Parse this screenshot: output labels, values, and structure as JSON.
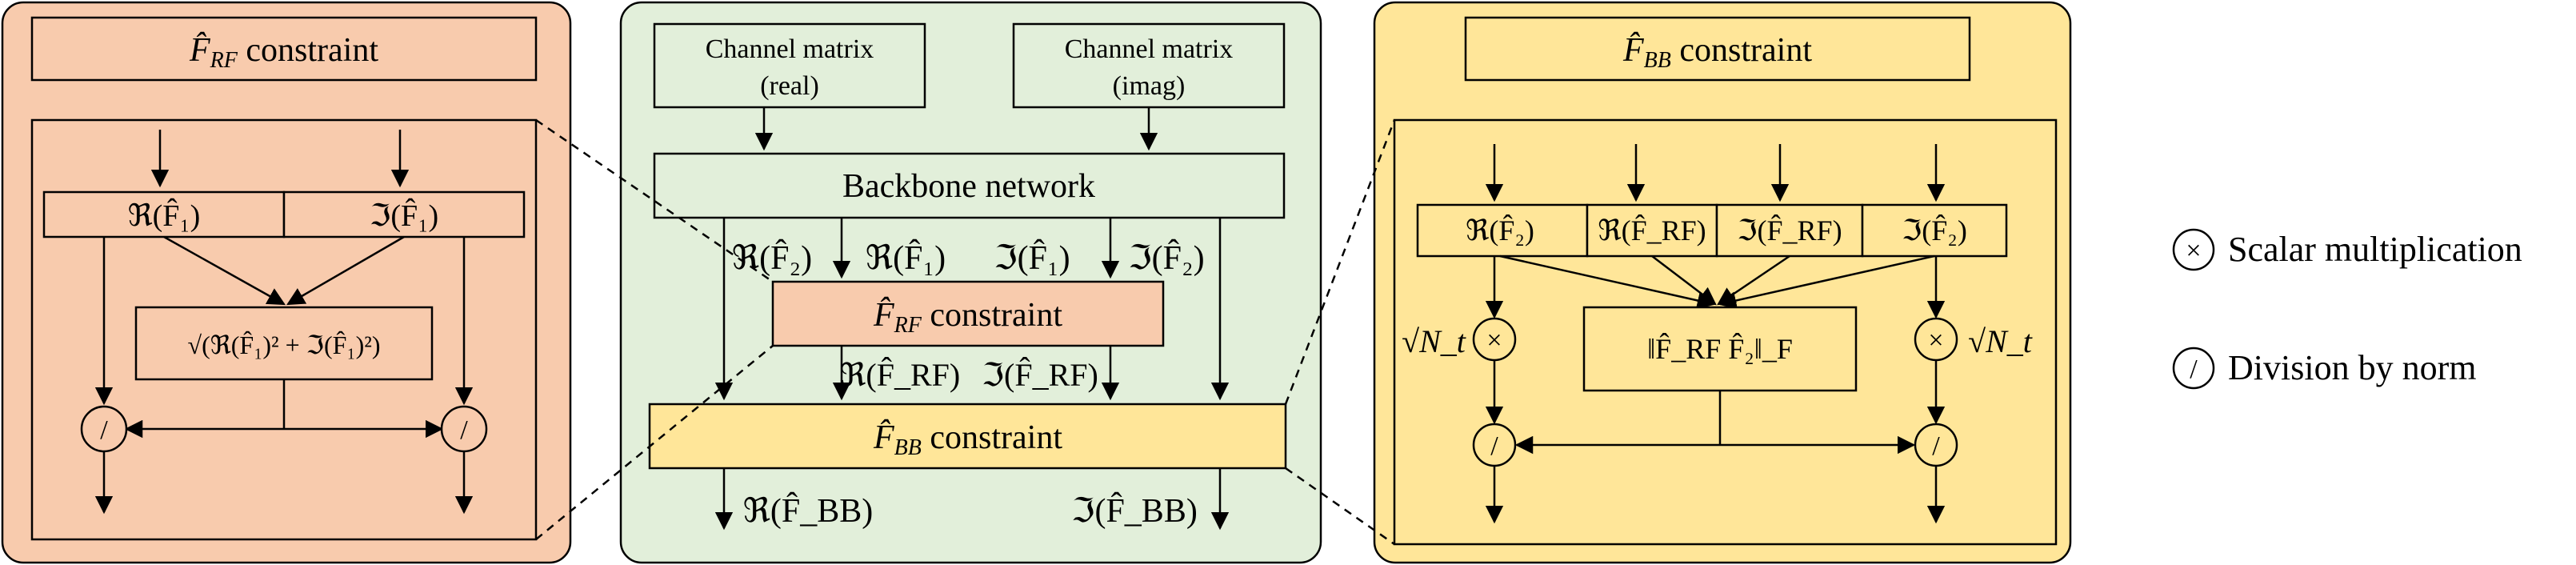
{
  "left_panel": {
    "title": "F̂_RF constraint",
    "title_sym": "F̂",
    "title_sub": "RF",
    "title_word": " constraint",
    "re_input": "ℜ(F̂₁)",
    "im_input": "ℑ(F̂₁)",
    "norm_expr": "√(ℜ(F̂₁)² + ℑ(F̂₁)²)",
    "div_symbol": "/"
  },
  "middle_panel": {
    "channel_real": [
      "Channel matrix",
      "(real)"
    ],
    "channel_imag": [
      "Channel matrix",
      "(imag)"
    ],
    "backbone": "Backbone network",
    "out_re_f2": "ℜ(F̂₂)",
    "out_re_f1": "ℜ(F̂₁)",
    "out_im_f1": "ℑ(F̂₁)",
    "out_im_f2": "ℑ(F̂₂)",
    "rf_block": "F̂_RF constraint",
    "rf_out_re": "ℜ(F̂_RF)",
    "rf_out_im": "ℑ(F̂_RF)",
    "bb_block": "F̂_BB constraint",
    "final_re": "ℜ(F̂_BB)",
    "final_im": "ℑ(F̂_BB)"
  },
  "right_panel": {
    "title": "F̂_BB constraint",
    "title_sym": "F̂",
    "title_sub": "BB",
    "title_word": " constraint",
    "inputs": [
      "ℜ(F̂₂)",
      "ℜ(F̂_RF)",
      "ℑ(F̂_RF)",
      "ℑ(F̂₂)"
    ],
    "sqrt_nt": "√N_t",
    "norm_expr": "‖F̂_RF F̂₂‖_F",
    "mul_symbol": "×",
    "div_symbol": "/"
  },
  "legend": {
    "mul_symbol": "×",
    "mul_label": "Scalar multiplication",
    "div_symbol": "/",
    "div_label": "Division by norm"
  },
  "colors": {
    "rf_panel": "#F8CBAD",
    "mid_panel": "#E2EFDA",
    "bb_panel": "#FFE699"
  }
}
